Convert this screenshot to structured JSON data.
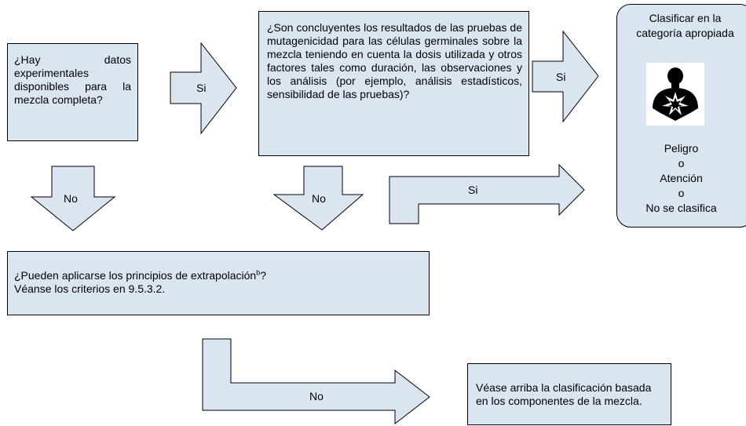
{
  "box_mixture_data": "¿Hay datos experimentales disponibles para la mezcla completa?",
  "box_conclusive": "¿Son concluyentes los resultados de las pruebas de mutagenicidad para las células germinales sobre la mezcla teniendo en cuenta la dosis utilizada y otros factores tales como duración, las observaciones y los análisis (por ejemplo, análisis estadísticos, sensibilidad de las pruebas)?",
  "box_bridging": {
    "line1": "¿Pueden aplicarse los principios de extrapolación",
    "sup": "b",
    "line1_end": "?",
    "line2": "Véanse los criterios en 9.5.3.2."
  },
  "box_components": "Véase arriba la clasificación basada en los componentes de la mezcla.",
  "box_classify": {
    "title_line1": "Clasificar en la",
    "title_line2": "categoría apropiada",
    "pictogram": "health-hazard-pictogram",
    "results": [
      "Peligro",
      "o",
      "Atención",
      "o",
      "No se clasifica"
    ]
  },
  "arrows": {
    "yes_1": "Si",
    "yes_2": "Si",
    "yes_3": "Si",
    "no_1": "No",
    "no_2": "No",
    "no_3": "No"
  },
  "colors": {
    "box_fill": "#dbe5f1",
    "arrow_fill": "#dbe5f1",
    "stroke": "#000000"
  }
}
